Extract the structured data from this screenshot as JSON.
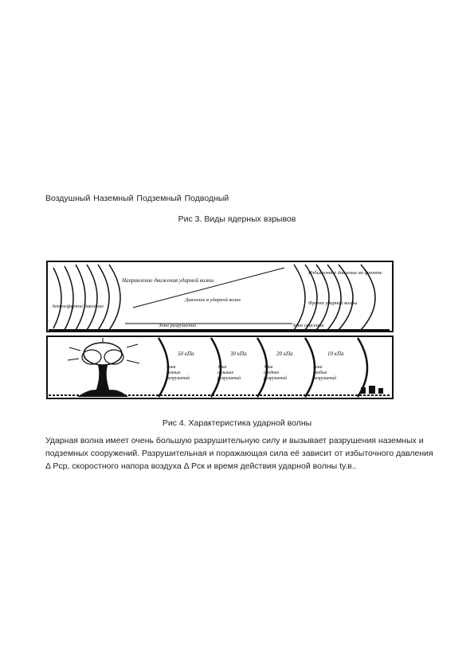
{
  "explosion_types": "Воздушный Наземный Подземный Подводный",
  "fig3_caption": "Рис 3. Виды ядерных взрывов",
  "fig4_caption": "Рис 4. Характеристика ударной волны",
  "paragraph": "Ударная волна имеет очень большую разрушительную силу и вызывает разрушения наземных и подземных сооружений. Разрушительная и поражающая сила её зависит от избыточного давления Δ Рср, скоростного напора воздуха Δ Рск и время действия ударной волны tу.в..",
  "figure": {
    "top_panel": {
      "front_label": "Направление движения ударной волны",
      "atmo_pressure": "Атмосферное давление",
      "shock_pressure": "Давление в ударной волне",
      "overpressure_right": "Избыточное давление во фронте",
      "shock_front": "Фронт ударной волны",
      "destruction_zone": "Зона разрушений",
      "safety_zone": "Зона спасения"
    },
    "zones": [
      {
        "pressure": "50 кПа",
        "name": "Зона полных разрушений"
      },
      {
        "pressure": "30 кПа",
        "name": "Зона сильных разрушений"
      },
      {
        "pressure": "20 кПа",
        "name": "Зона средних разрушений"
      },
      {
        "pressure": "10 кПа",
        "name": "Зона слабых разрушений"
      }
    ]
  }
}
